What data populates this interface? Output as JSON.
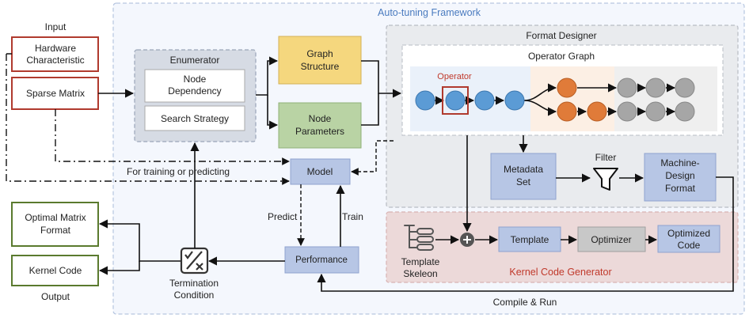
{
  "input_label": "Input",
  "output_label": "Output",
  "framework_title": "Auto-tuning Framework",
  "inputs": {
    "hardware_line1": "Hardware",
    "hardware_line2": "Characteristic",
    "sparse_matrix": "Sparse Matrix"
  },
  "enumerator": {
    "title": "Enumerator",
    "node_dep_line1": "Node",
    "node_dep_line2": "Dependency",
    "search_strategy": "Search Strategy"
  },
  "graph_structure": {
    "line1": "Graph",
    "line2": "Structure"
  },
  "node_parameters": {
    "line1": "Node",
    "line2": "Parameters"
  },
  "format_designer": {
    "title": "Format Designer",
    "operator_graph": "Operator Graph",
    "operator": "Operator"
  },
  "metadata_set": {
    "line1": "Metadata",
    "line2": "Set"
  },
  "filter": "Filter",
  "machine_design": {
    "line1": "Machine-",
    "line2": "Design",
    "line3": "Format"
  },
  "model": "Model",
  "training_label": "For training or predicting",
  "predict": "Predict",
  "train": "Train",
  "performance": "Performance",
  "termination": {
    "line1": "Termination",
    "line2": "Condition"
  },
  "outputs": {
    "optimal_line1": "Optimal Matrix",
    "optimal_line2": "Format",
    "kernel_code": "Kernel Code"
  },
  "kernel_generator": {
    "title": "Kernel Code Generator",
    "template_line1": "Template",
    "template_line2": "Skeleon",
    "template": "Template",
    "optimizer": "Optimizer",
    "optimized_line1": "Optimized",
    "optimized_line2": "Code"
  },
  "compile_run": "Compile & Run",
  "colors": {
    "red_border": "#b03a2e",
    "green_border": "#5a7a2e",
    "yellow_fill": "#f5d77e",
    "green_fill": "#b9d3a4",
    "blue_fill": "#b7c6e5",
    "gray_fill": "#c8c8c8",
    "node_blue": "#5b9bd5",
    "node_orange": "#e07b39",
    "node_gray": "#a6a6a6"
  }
}
